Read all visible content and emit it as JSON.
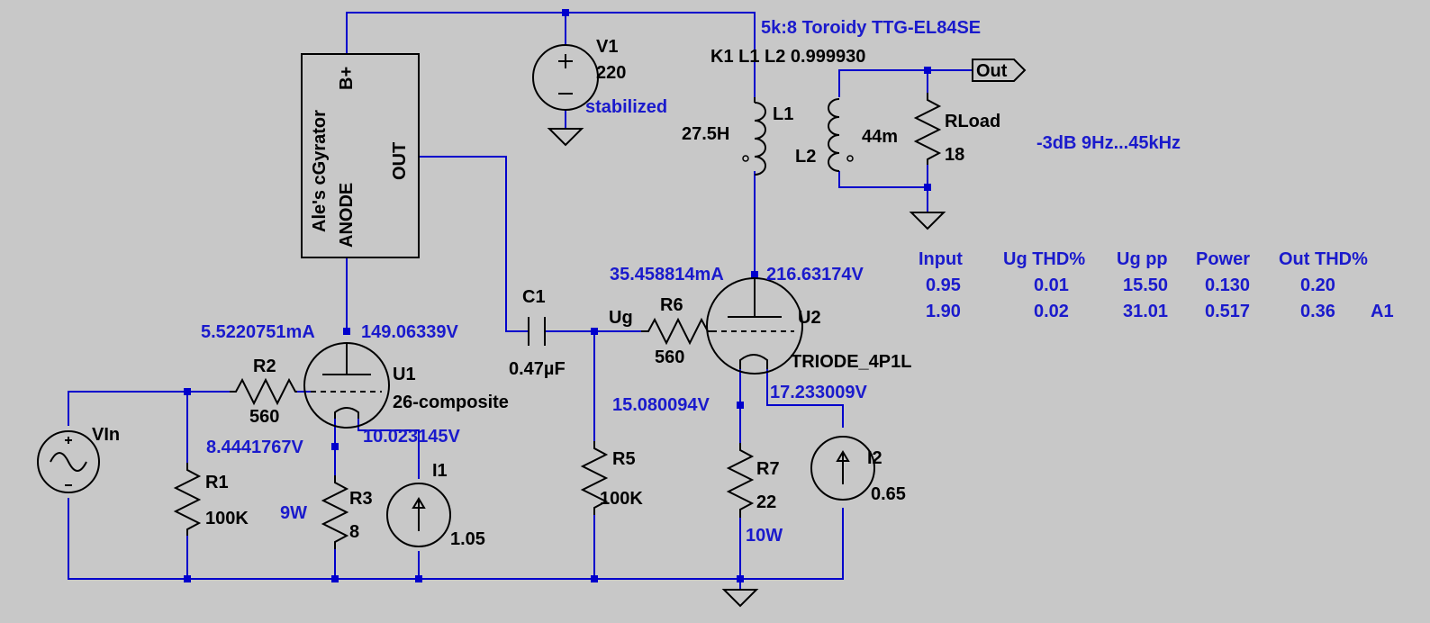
{
  "labels": {
    "transformer_desc": "5k:8 Toroidy TTG-EL84SE",
    "coupling": "K1 L1 L2 0.999930",
    "v1_name": "V1",
    "v1_value": "220",
    "v1_note": "stabilized",
    "l1_name": "L1",
    "l1_value": "27.5H",
    "l2_name": "L2",
    "l2_value": "44m",
    "rload_name": "RLoad",
    "rload_value": "18",
    "out_port": "Out",
    "bandwidth": "-3dB  9Hz...45kHz",
    "gyrator_title": "Ale's cGyrator",
    "gyrator_anode": "ANODE",
    "gyrator_bplus": "B+",
    "gyrator_out": "OUT",
    "u1_current": "5.5220751mA",
    "u1_anode_v": "149.06339V",
    "u1_name": "U1",
    "u1_model": "26-composite",
    "r2_name": "R2",
    "r2_value": "560",
    "u1_cathode_v": "8.4441767V",
    "u1_fil_v": "10.023145V",
    "vin_name": "VIn",
    "r1_name": "R1",
    "r1_value": "100K",
    "r3_power": "9W",
    "r3_name": "R3",
    "r3_value": "8",
    "i1_name": "I1",
    "i1_value": "1.05",
    "c1_name": "C1",
    "c1_value": "0.47µF",
    "ug_label": "Ug",
    "r6_name": "R6",
    "r6_value": "560",
    "r5_name": "R5",
    "r5_value": "100K",
    "u2_current": "35.458814mA",
    "u2_anode_v": "216.63174V",
    "u2_name": "U2",
    "u2_model": "TRIODE_4P1L",
    "u2_cathode_v": "15.080094V",
    "u2_fil_v": "17.233009V",
    "r7_name": "R7",
    "r7_value": "22",
    "r7_power": "10W",
    "i2_name": "I2",
    "i2_value": "0.65"
  },
  "table": {
    "headers": [
      "Input",
      "Ug THD%",
      "Ug pp",
      "Power",
      "Out THD%"
    ],
    "rows": [
      [
        "0.95",
        "0.01",
        "15.50",
        "0.130",
        "0.20",
        ""
      ],
      [
        "1.90",
        "0.02",
        "31.01",
        "0.517",
        "0.36",
        "A1"
      ]
    ]
  }
}
